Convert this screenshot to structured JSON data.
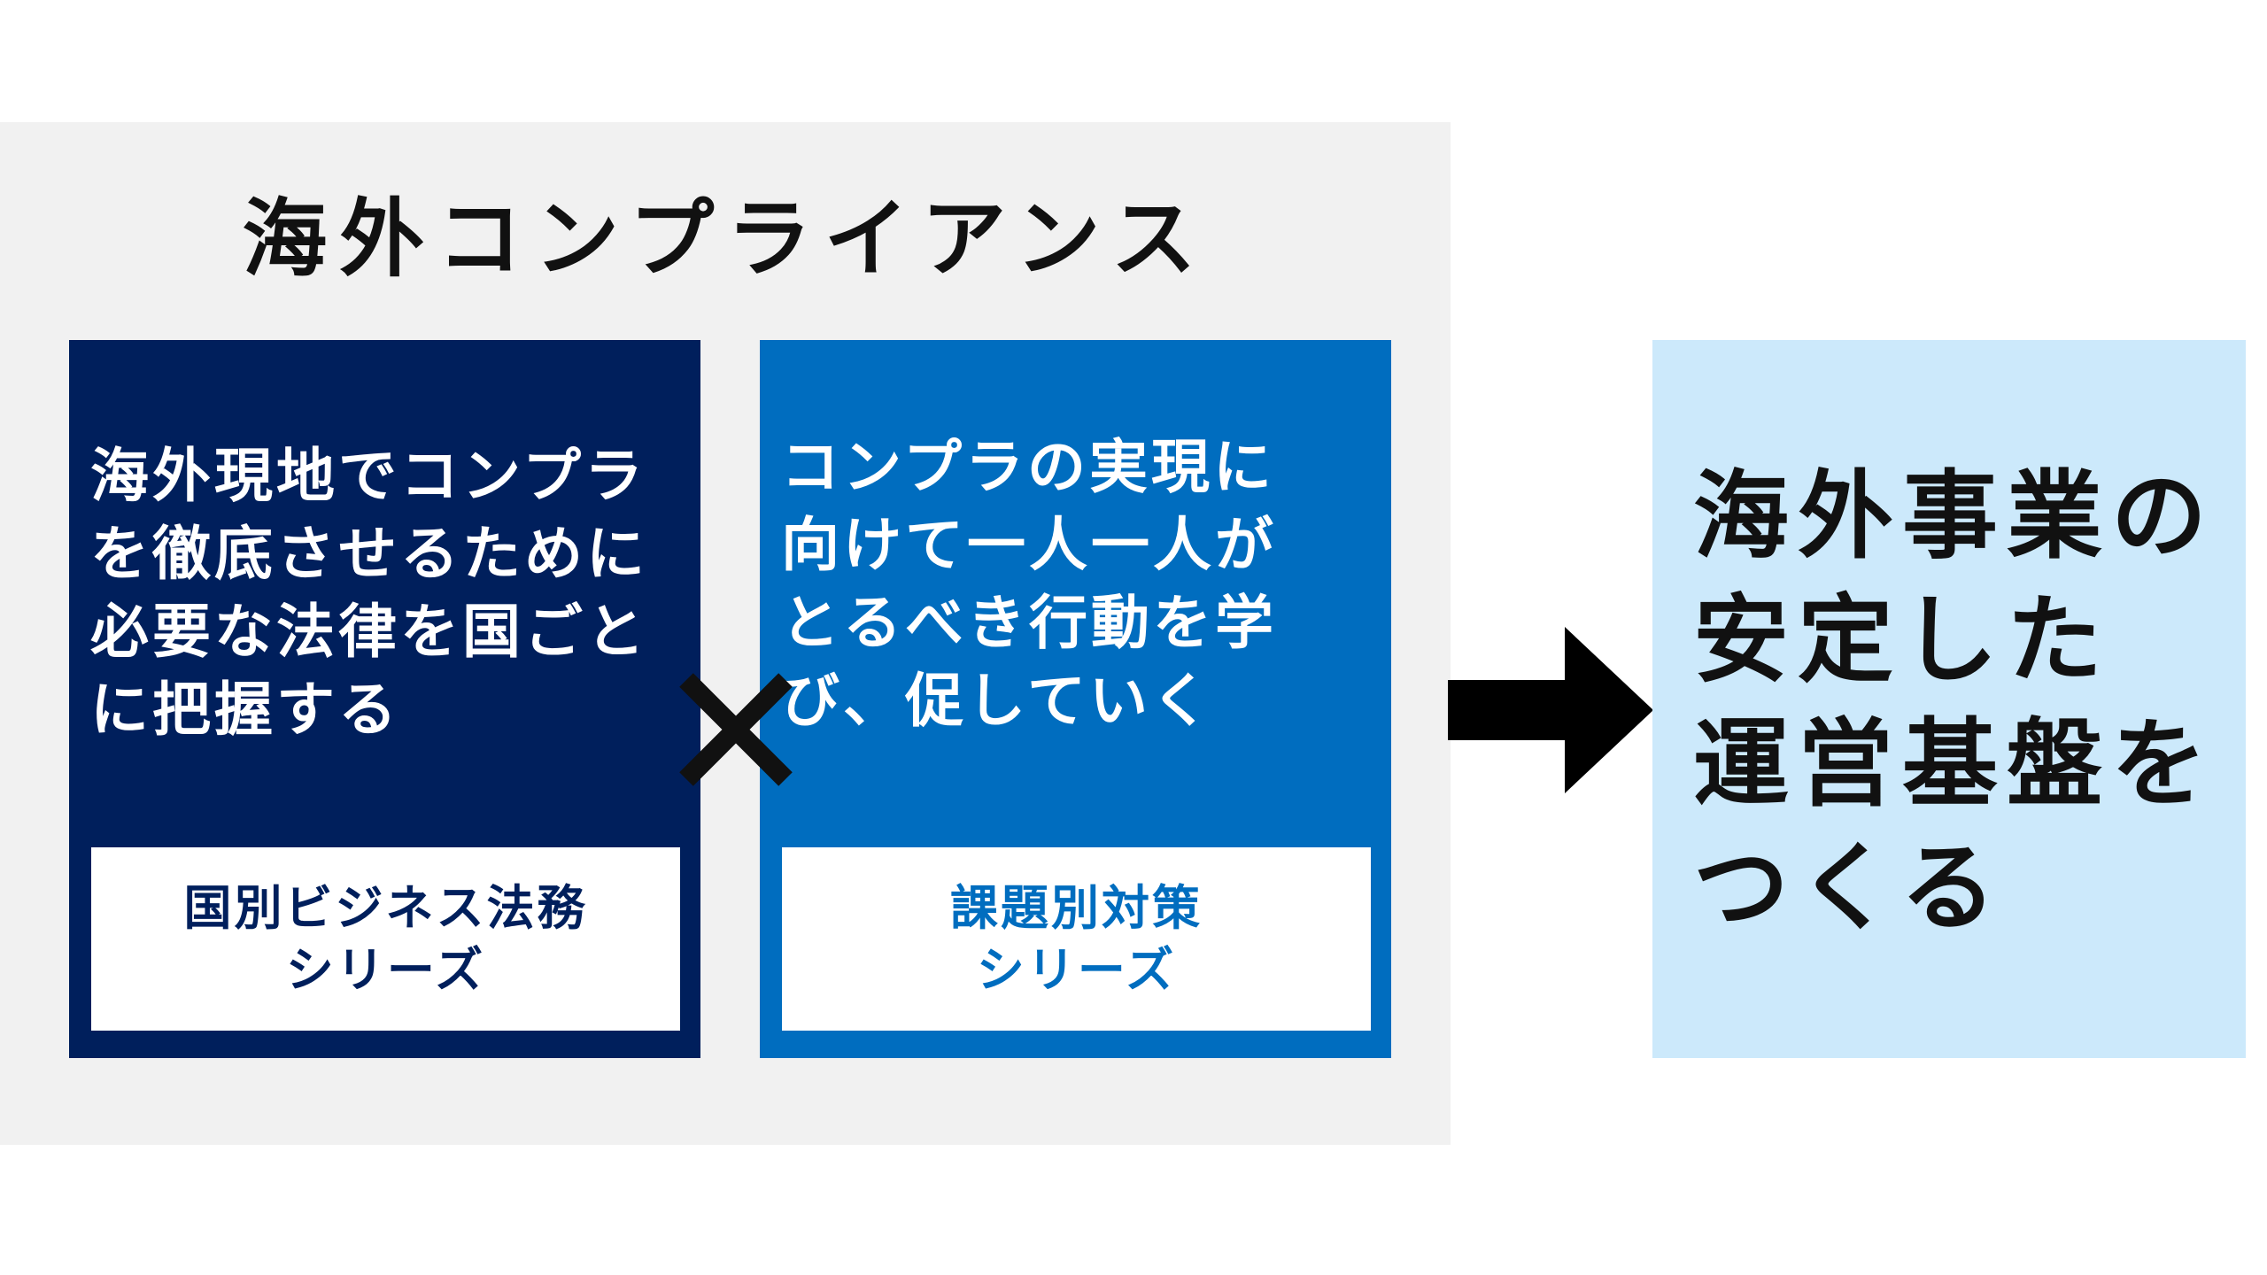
{
  "title": "海外コンプライアンス",
  "left_box": {
    "lines": [
      "海外現地でコンプラ",
      "を徹底させるために",
      "必要な法律を国ごと",
      "に把握する"
    ],
    "series_lines": [
      "国別ビジネス法務",
      "シリーズ"
    ],
    "color": "#001f5c"
  },
  "right_box": {
    "lines": [
      "コンプラの実現に",
      "向けて一人一人が",
      "とるべき行動を学",
      "び、促していく"
    ],
    "series_lines": [
      "課題別対策",
      "シリーズ"
    ],
    "color": "#006dbf"
  },
  "operator_icon": "times-icon",
  "arrow_icon": "arrow-right-icon",
  "result": {
    "lines": [
      "海外事業の",
      "安定した",
      "運営基盤を",
      "つくる"
    ],
    "color": "#cce9fb"
  }
}
